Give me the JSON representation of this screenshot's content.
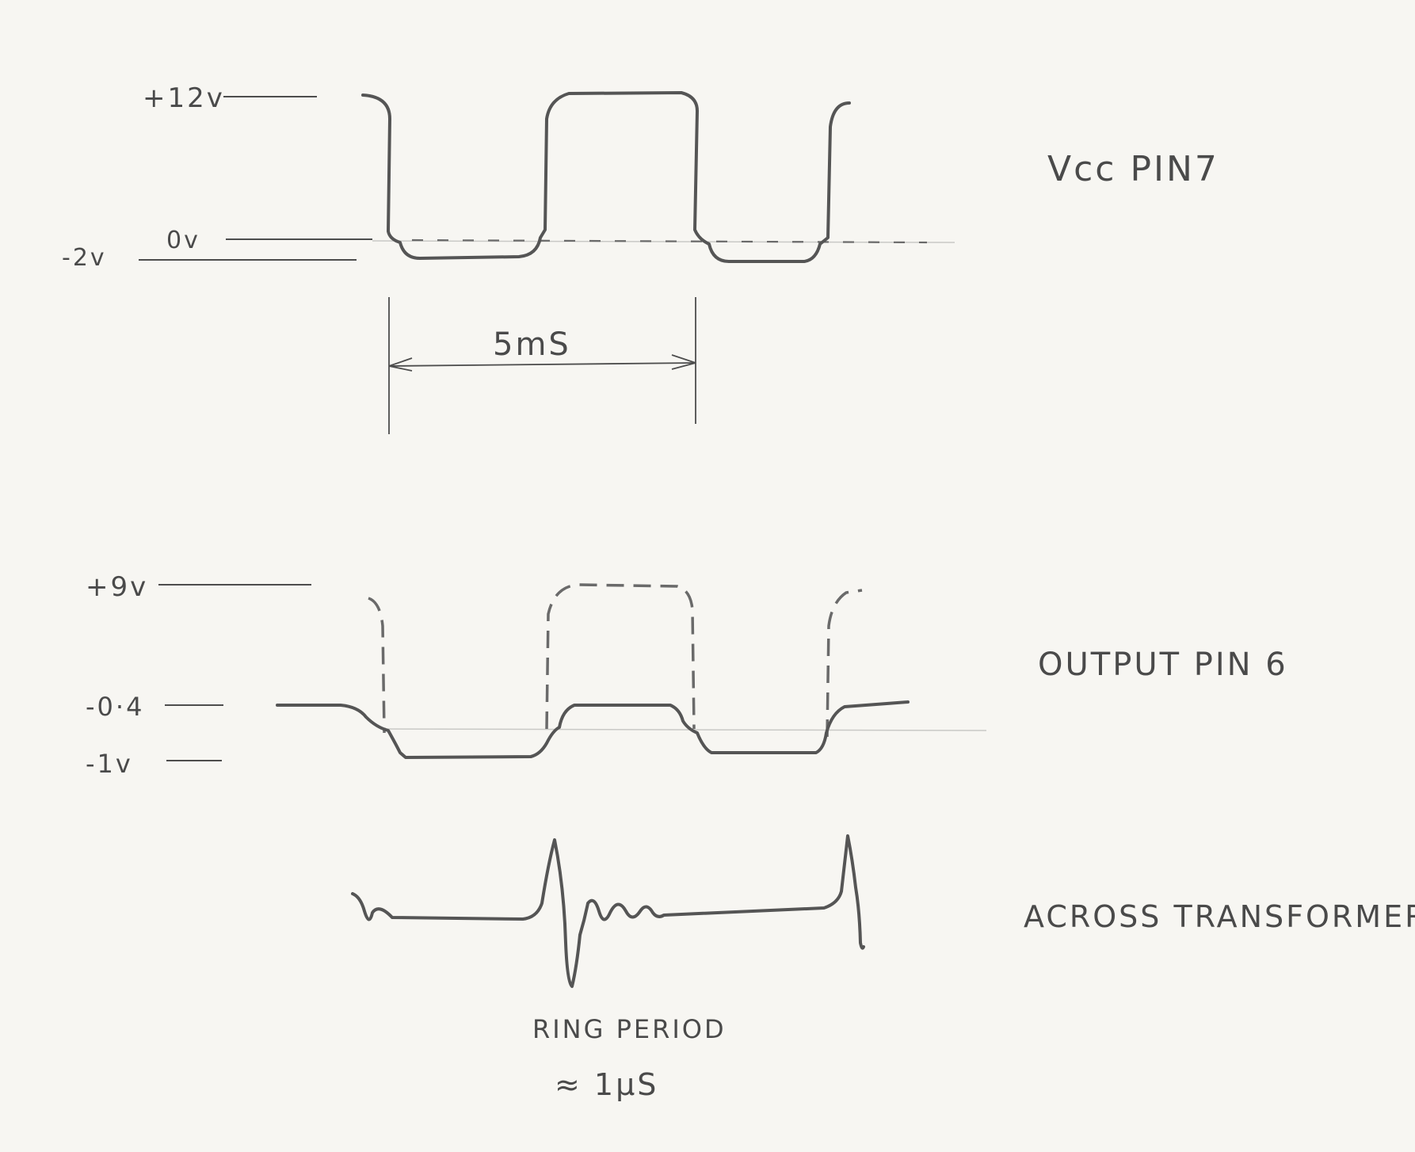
{
  "waveforms": [
    {
      "label": "Vcc PIN7",
      "levels": [
        "+12v",
        "0v",
        "-2v"
      ],
      "dimension": "5mS"
    },
    {
      "label": "OUTPUT PIN 6",
      "levels": [
        "+9v",
        "-0·4",
        "-1v"
      ]
    },
    {
      "label": "ACROSS TRANSFORMER",
      "note_line1": "RING PERIOD",
      "note_line2": "≈ 1µS"
    }
  ]
}
